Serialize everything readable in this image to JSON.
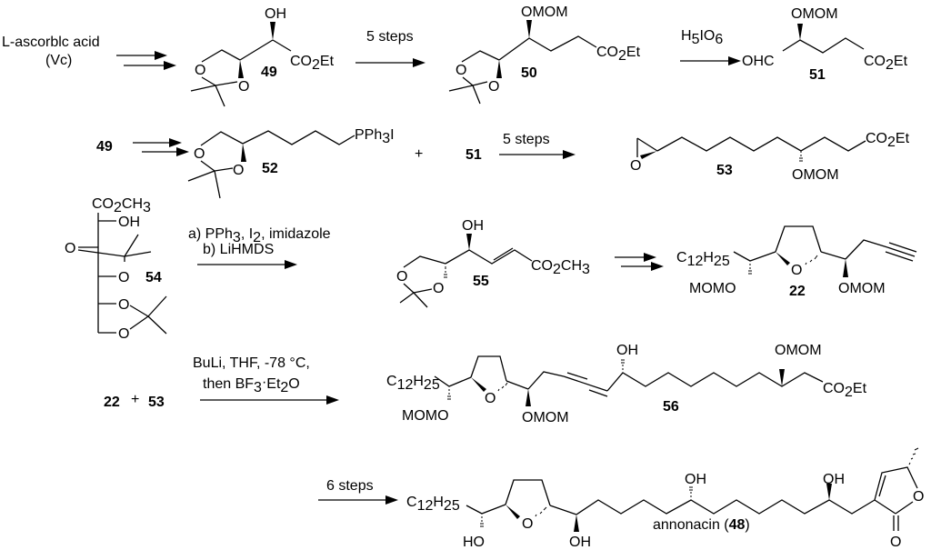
{
  "scheme": {
    "start_material": {
      "name": "L-ascorblc acid",
      "abbrev": "(Vc)"
    },
    "compounds": {
      "c49": {
        "label": "49",
        "oh": "OH",
        "ester": "CO",
        "ester_sub": "2",
        "ester_tail": "Et"
      },
      "c50": {
        "label": "50",
        "omom": "OMOM",
        "ester": "CO",
        "ester_sub": "2",
        "ester_tail": "Et"
      },
      "c51": {
        "label": "51",
        "omom": "OMOM",
        "aldehyde": "OHC",
        "ester": "CO",
        "ester_sub": "2",
        "ester_tail": "Et"
      },
      "c52": {
        "label": "52",
        "phos": "PPh",
        "phos_sub": "3",
        "phos_tail": "I"
      },
      "c53": {
        "label": "53",
        "omom": "OMOM",
        "ester": "CO",
        "ester_sub": "2",
        "ester_tail": "Et",
        "epoxide_o": "O"
      },
      "c54": {
        "label": "54",
        "top": "CO",
        "top_sub": "2",
        "top_tail": "CH",
        "top_sub2": "3",
        "oh": "OH",
        "o": "O"
      },
      "c55": {
        "label": "55",
        "oh": "OH",
        "ester": "CO",
        "ester_sub": "2",
        "ester_tail": "CH",
        "ester_sub2": "3"
      },
      "c22": {
        "label": "22",
        "chain": "C",
        "chain_sub1": "12",
        "chain_mid": "H",
        "chain_sub2": "25",
        "momo": "MOMO",
        "omom": "OMOM",
        "ring_o": "O"
      },
      "c56": {
        "label": "56",
        "chain": "C",
        "chain_sub1": "12",
        "chain_mid": "H",
        "chain_sub2": "25",
        "momo": "MOMO",
        "omom1": "OMOM",
        "oh": "OH",
        "omom2": "OMOM",
        "ester": "CO",
        "ester_sub": "2",
        "ester_tail": "Et"
      },
      "c48": {
        "name": "annonacin (",
        "label": "48",
        "name_close": ")",
        "chain": "C",
        "chain_sub1": "12",
        "chain_mid": "H",
        "chain_sub2": "25",
        "ho": "HO",
        "oh1": "OH",
        "oh2": "OH",
        "oh3": "OH",
        "lactone_o": "O",
        "carbonyl_o": "O"
      }
    },
    "reagents": {
      "step_50": "5 steps",
      "step_51": "H",
      "step_51_sub1": "5",
      "step_51_mid": "IO",
      "step_51_sub2": "6",
      "row2_start": "49",
      "plus": "+",
      "row2_reactant2": "51",
      "step_53": "5 steps",
      "step_55_a": "a) PPh",
      "step_55_a_sub": "3",
      "step_55_a_mid": ", I",
      "step_55_a_sub2": "2",
      "step_55_a_tail": ", imidazole",
      "step_55_b": "b) LiHMDS",
      "coupling_lhs_1": "22",
      "coupling_plus": "+",
      "coupling_lhs_2": "53",
      "step_56_line1": "BuLi, THF, -78 °C,",
      "step_56_line2": "then BF",
      "step_56_sub": "3",
      "step_56_dot": "·",
      "step_56_tail": "Et",
      "step_56_sub2": "2",
      "step_56_end": "O",
      "step_48": "6 steps"
    }
  }
}
